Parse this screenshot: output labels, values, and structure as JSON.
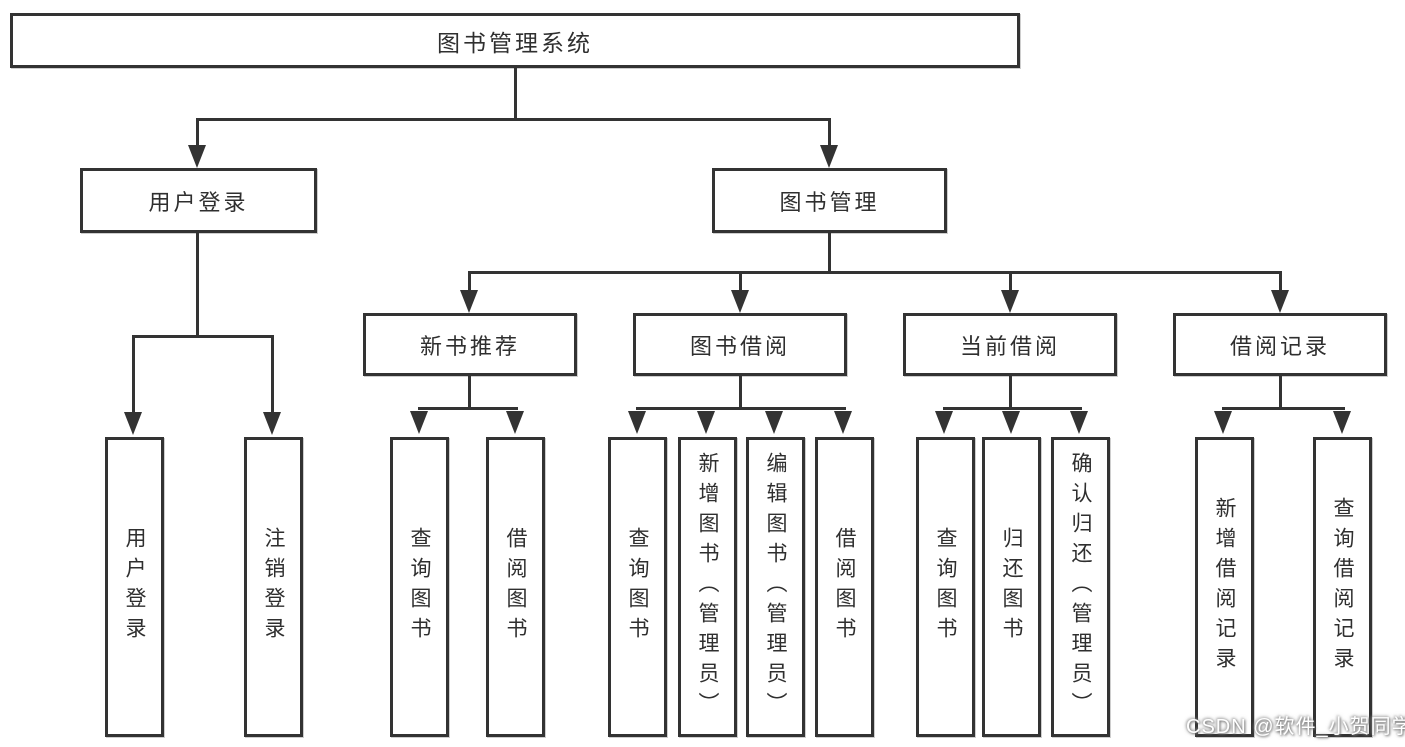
{
  "diagram": {
    "title": "图书管理系统",
    "branches": [
      {
        "label": "用户登录",
        "children": [
          {
            "label": "用户登录"
          },
          {
            "label": "注销登录"
          }
        ]
      },
      {
        "label": "图书管理",
        "children": [
          {
            "label": "新书推荐",
            "children": [
              {
                "label": "查询图书"
              },
              {
                "label": "借阅图书"
              }
            ]
          },
          {
            "label": "图书借阅",
            "children": [
              {
                "label": "查询图书"
              },
              {
                "label": "新增图书（管理员）"
              },
              {
                "label": "编辑图书（管理员）"
              },
              {
                "label": "借阅图书"
              }
            ]
          },
          {
            "label": "当前借阅",
            "children": [
              {
                "label": "查询图书"
              },
              {
                "label": "归还图书"
              },
              {
                "label": "确认归还（管理员）"
              }
            ]
          },
          {
            "label": "借阅记录",
            "children": [
              {
                "label": "新增借阅记录"
              },
              {
                "label": "查询借阅记录"
              }
            ]
          }
        ]
      }
    ]
  },
  "watermark": {
    "text": "CSDN @软件_小贺同学"
  },
  "colors": {
    "line": "#333333",
    "background": "#ffffff",
    "text": "#2f2f2f"
  }
}
